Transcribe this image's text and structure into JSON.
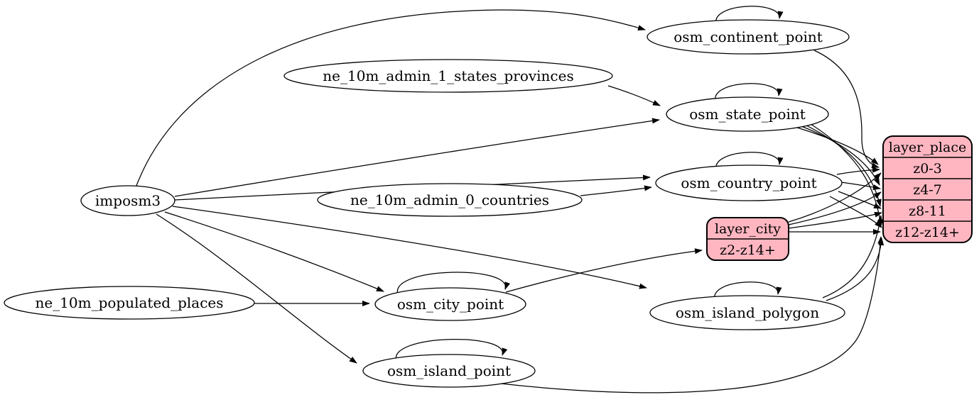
{
  "diagram": {
    "type": "etl-graph",
    "colors": {
      "background": "#ffffff",
      "table_node_fill": "#ffffff",
      "layer_record_fill": "#ffb6c1",
      "stroke": "#000000"
    },
    "nodes": {
      "imposm3": {
        "label": "imposm3",
        "shape": "ellipse"
      },
      "ne_10m_admin_1_states_provinces": {
        "label": "ne_10m_admin_1_states_provinces",
        "shape": "ellipse"
      },
      "ne_10m_admin_0_countries": {
        "label": "ne_10m_admin_0_countries",
        "shape": "ellipse"
      },
      "ne_10m_populated_places": {
        "label": "ne_10m_populated_places",
        "shape": "ellipse"
      },
      "osm_continent_point": {
        "label": "osm_continent_point",
        "shape": "ellipse"
      },
      "osm_state_point": {
        "label": "osm_state_point",
        "shape": "ellipse"
      },
      "osm_country_point": {
        "label": "osm_country_point",
        "shape": "ellipse"
      },
      "osm_city_point": {
        "label": "osm_city_point",
        "shape": "ellipse"
      },
      "osm_island_polygon": {
        "label": "osm_island_polygon",
        "shape": "ellipse"
      },
      "osm_island_point": {
        "label": "osm_island_point",
        "shape": "ellipse"
      },
      "layer_city": {
        "title": "layer_city",
        "rows": [
          "z2-z14+"
        ],
        "shape": "record"
      },
      "layer_place": {
        "title": "layer_place",
        "rows": [
          "z0-3",
          "z4-7",
          "z8-11",
          "z12-z14+"
        ],
        "shape": "record"
      }
    },
    "edges": [
      {
        "from": "imposm3",
        "to": "osm_continent_point"
      },
      {
        "from": "imposm3",
        "to": "osm_state_point"
      },
      {
        "from": "imposm3",
        "to": "osm_country_point"
      },
      {
        "from": "imposm3",
        "to": "osm_city_point"
      },
      {
        "from": "imposm3",
        "to": "osm_island_polygon"
      },
      {
        "from": "imposm3",
        "to": "osm_island_point"
      },
      {
        "from": "ne_10m_admin_1_states_provinces",
        "to": "osm_state_point"
      },
      {
        "from": "ne_10m_admin_0_countries",
        "to": "osm_country_point"
      },
      {
        "from": "ne_10m_populated_places",
        "to": "osm_city_point"
      },
      {
        "from": "osm_continent_point",
        "to": "osm_continent_point"
      },
      {
        "from": "osm_state_point",
        "to": "osm_state_point"
      },
      {
        "from": "osm_country_point",
        "to": "osm_country_point"
      },
      {
        "from": "osm_city_point",
        "to": "osm_city_point"
      },
      {
        "from": "osm_island_polygon",
        "to": "osm_island_polygon"
      },
      {
        "from": "osm_island_point",
        "to": "osm_island_point"
      },
      {
        "from": "osm_city_point",
        "to": "layer_city:z2-z14+"
      },
      {
        "from": "osm_continent_point",
        "to": "layer_place:z0-3"
      },
      {
        "from": "osm_state_point",
        "to": "layer_place:z0-3"
      },
      {
        "from": "osm_state_point",
        "to": "layer_place:z4-7"
      },
      {
        "from": "osm_state_point",
        "to": "layer_place:z8-11"
      },
      {
        "from": "osm_state_point",
        "to": "layer_place:z12-z14+"
      },
      {
        "from": "osm_country_point",
        "to": "layer_place:z0-3"
      },
      {
        "from": "osm_country_point",
        "to": "layer_place:z4-7"
      },
      {
        "from": "osm_country_point",
        "to": "layer_place:z8-11"
      },
      {
        "from": "osm_country_point",
        "to": "layer_place:z12-z14+"
      },
      {
        "from": "layer_city",
        "to": "layer_place:z0-3"
      },
      {
        "from": "layer_city",
        "to": "layer_place:z4-7"
      },
      {
        "from": "layer_city",
        "to": "layer_place:z8-11"
      },
      {
        "from": "layer_city",
        "to": "layer_place:z12-z14+"
      },
      {
        "from": "osm_island_polygon",
        "to": "layer_place:z8-11"
      },
      {
        "from": "osm_island_polygon",
        "to": "layer_place:z12-z14+"
      },
      {
        "from": "osm_island_point",
        "to": "layer_place:z12-z14+"
      }
    ]
  }
}
